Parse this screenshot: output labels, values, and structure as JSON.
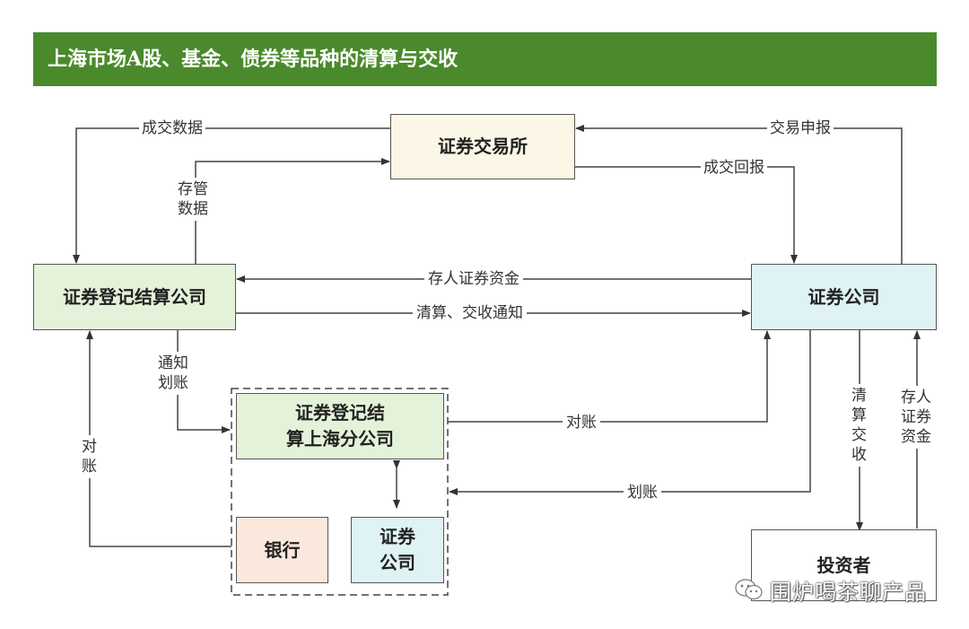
{
  "title": "上海市场A股、基金、债券等品种的清算与交收",
  "nodes": {
    "exchange": "证券交易所",
    "clearing": "证券登记结算公司",
    "broker": "证券公司",
    "shanghai_branch": "证券登记结\n算上海分公司",
    "bank": "银行",
    "branch_broker": "证券\n公司",
    "investor": "投资者"
  },
  "edges": {
    "trade_data": "成交数据",
    "custody_data": "存管\n数据",
    "trade_report": "交易申报",
    "trade_return": "成交回报",
    "deposit_funds": "存人证券资金",
    "clearing_notice": "清算、交收通知",
    "notify_transfer": "通知\n划账",
    "reconcile_left": "对\n账",
    "reconcile_right": "对账",
    "transfer": "划账",
    "clearing_settlement": "清\n算\n交\n收",
    "investor_deposit": "存人\n证券\n资金"
  },
  "watermark": "围炉喝茶聊产品",
  "colors": {
    "banner": "#4a8a2c",
    "exchange_fill": "#fbf6e6",
    "clearing_fill": "#e4f2d9",
    "broker_fill": "#dff2f4",
    "bank_fill": "#fbe8dc",
    "investor_fill": "#ffffff"
  }
}
